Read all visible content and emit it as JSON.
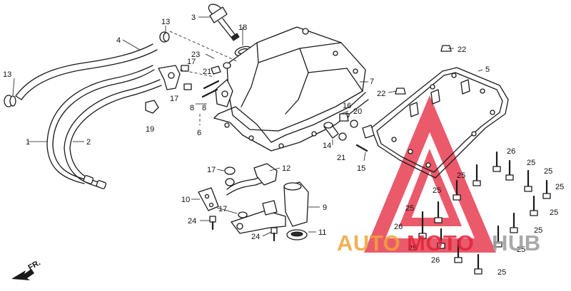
{
  "diagram": {
    "callouts": {
      "c1": "1",
      "c2": "2",
      "c3": "3",
      "c4": "4",
      "c5": "5",
      "c6": "6",
      "c7": "7",
      "c8a": "8",
      "c8b": "8",
      "c9": "9",
      "c10": "10",
      "c11": "11",
      "c12": "12",
      "c13a": "13",
      "c13b": "13",
      "c14": "14",
      "c15": "15",
      "c16": "16",
      "c17a": "17",
      "c17b": "17",
      "c17c": "17",
      "c17d": "17",
      "c18": "18",
      "c19": "19",
      "c20": "20",
      "c21a": "21",
      "c21b": "21",
      "c22a": "22",
      "c22b": "22",
      "c23": "23",
      "c24a": "24",
      "c24b": "24",
      "c25a": "25",
      "c25b": "25",
      "c25c": "25",
      "c25d": "25",
      "c25e": "25",
      "c25f": "25",
      "c25g": "25",
      "c25h": "25",
      "c25i": "25",
      "c25j": "25",
      "c25k": "25",
      "c26a": "26",
      "c26b": "26",
      "c26c": "26"
    },
    "front_marker": "FR."
  },
  "watermark": {
    "part1": "AUTO",
    "part2": "MOTO",
    "part3": "HUB",
    "colors": {
      "orange": "#f0a33a",
      "red": "#e4233a",
      "gray": "#9b9b9b",
      "triangle": "#e4233a"
    }
  }
}
